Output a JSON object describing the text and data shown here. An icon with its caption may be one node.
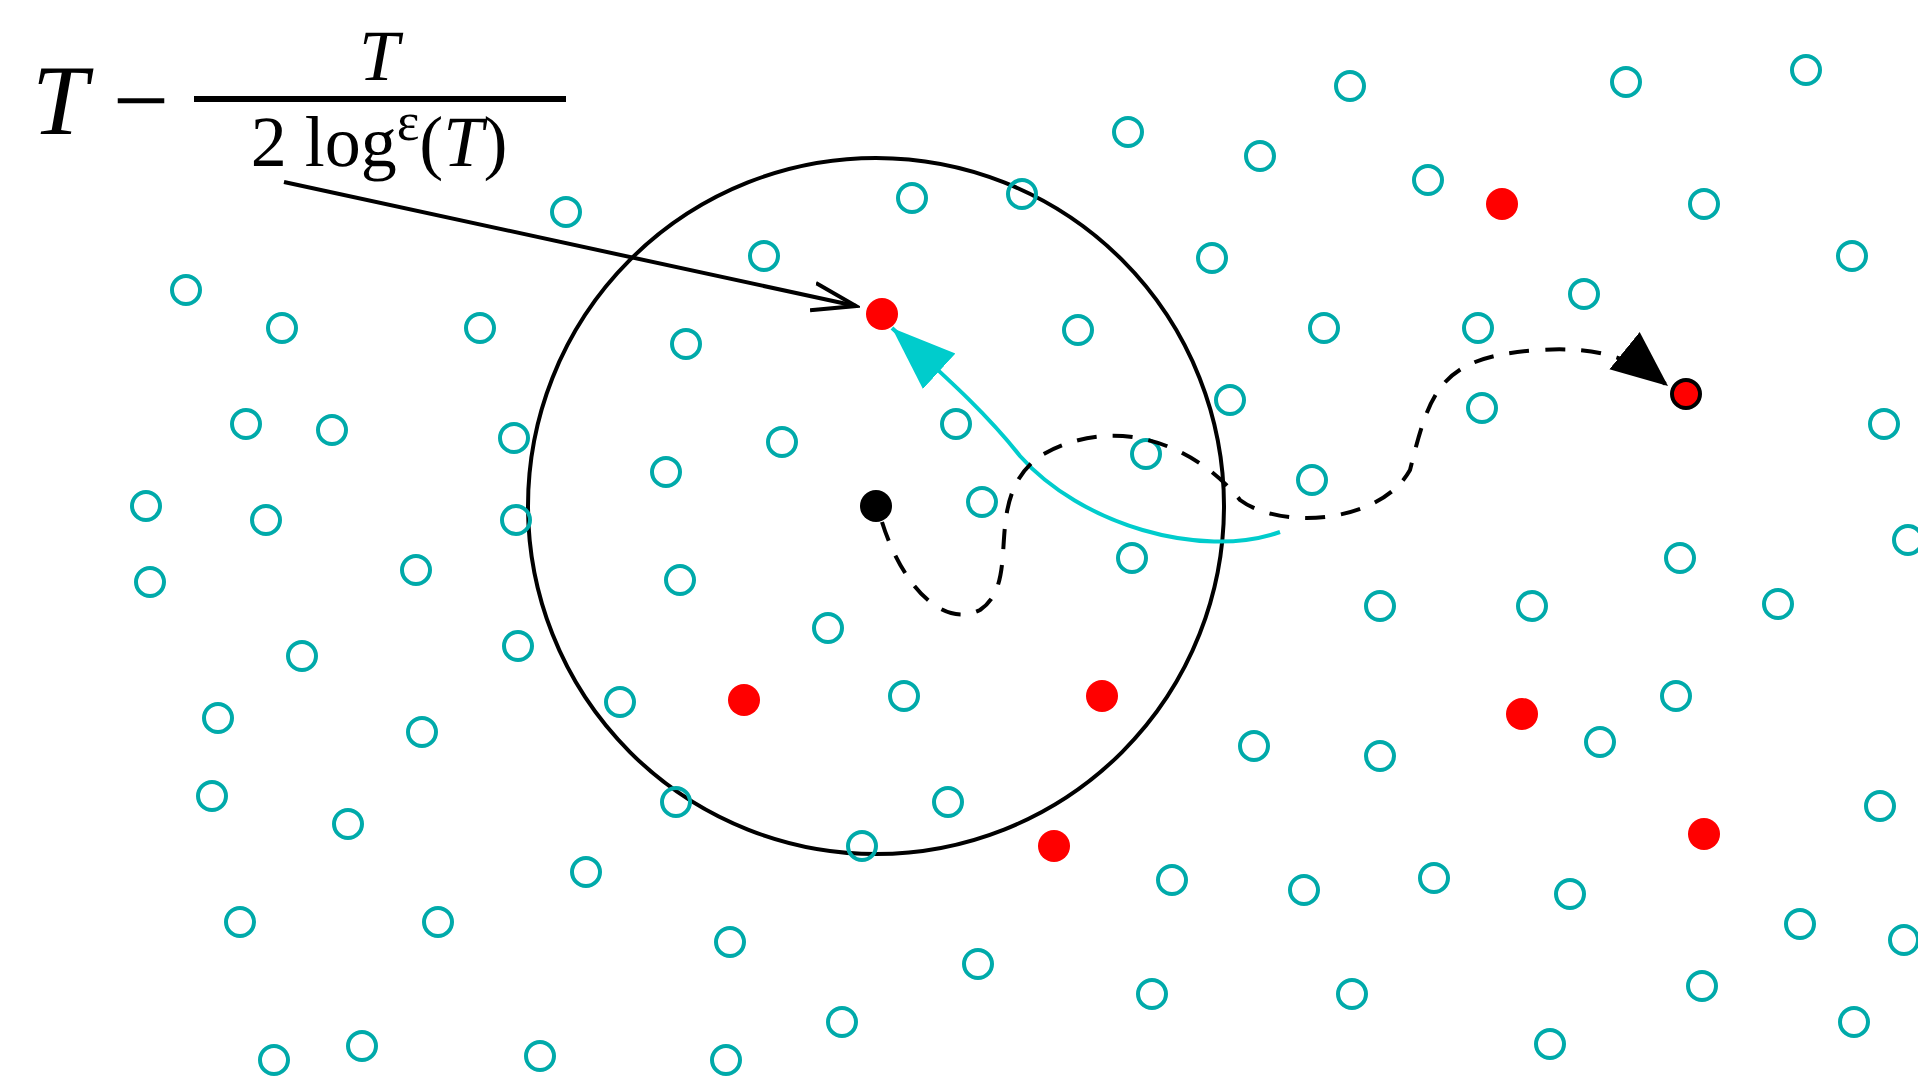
{
  "diagram": {
    "nodes": [
      {
        "text": [
          "*T* −",
          "*T*",
          "2 log$^{ε}$(*T*)"
        ]
      },
      {
        "text": [],
        "shape": "circle"
      },
      {
        "text": [],
        "shape": "circle"
      },
      {
        "text": [],
        "shape": "circle"
      }
    ],
    "edges": [
      {
        "from": 0,
        "to": 1,
        "arrow": "to"
      },
      {
        "from": null,
        "to": 1,
        "arrow": "to",
        "color": "#00cccc"
      },
      {
        "from": 2,
        "to": 3,
        "arrow": "to",
        "style": "dashed"
      }
    ]
  }
}
